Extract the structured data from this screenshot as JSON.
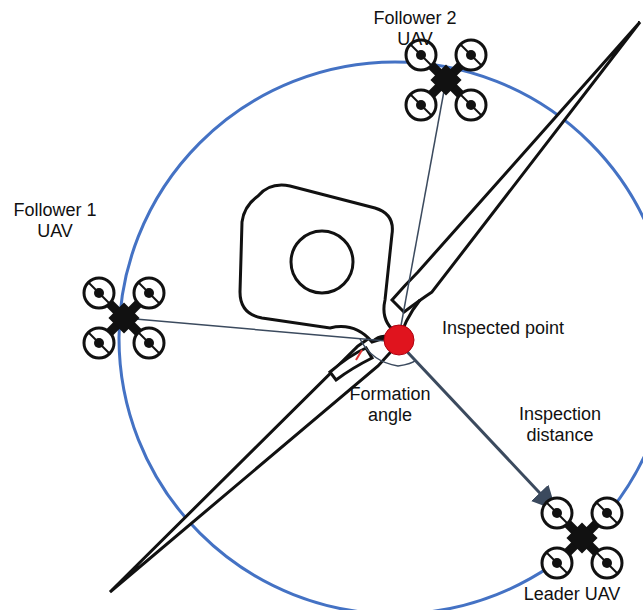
{
  "diagram": {
    "labels": [
      "Follower 2 UAV",
      "Follower 1 UAV",
      "Inspected point",
      "Formation angle",
      "Inspection distance",
      "Leader UAV"
    ]
  }
}
